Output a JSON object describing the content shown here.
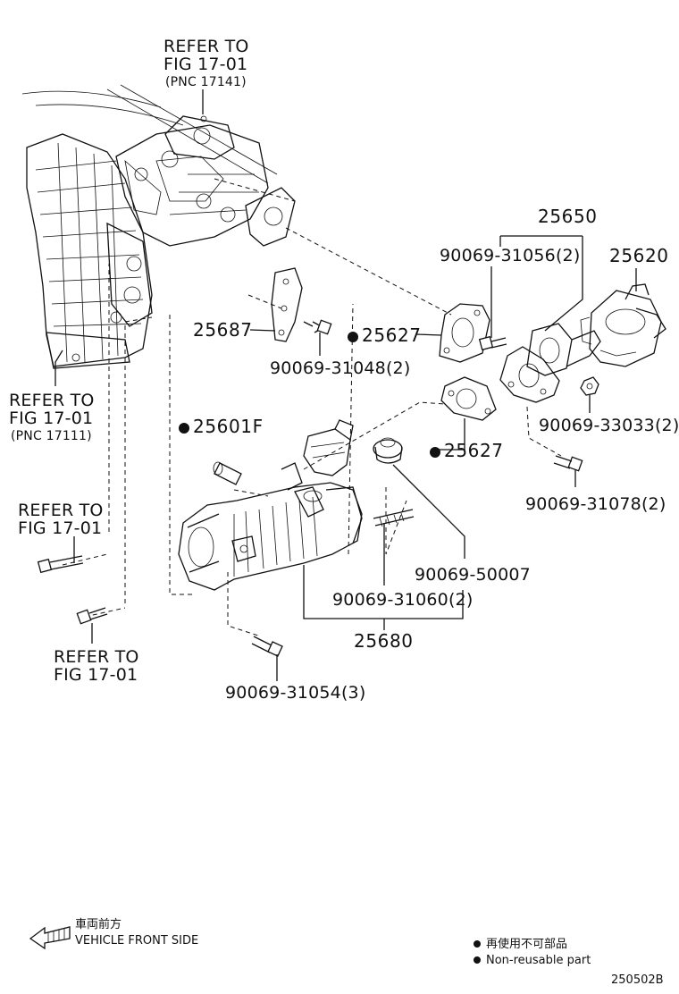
{
  "refs": {
    "top": {
      "line1": "REFER TO",
      "line2": "FIG 17-01",
      "pnc": "(PNC 17141)"
    },
    "left": {
      "line1": "REFER TO",
      "line2": "FIG 17-01",
      "pnc": "(PNC 17111)"
    },
    "mid_left": {
      "line1": "REFER TO",
      "line2": "FIG 17-01"
    },
    "bottom_left": {
      "line1": "REFER TO",
      "line2": "FIG 17-01"
    }
  },
  "parts": {
    "p25650": "25650",
    "p25620": "25620",
    "p90069_31056": "90069-31056(2)",
    "p25687": "25687",
    "p25627_upper": "25627",
    "p90069_31048": "90069-31048(2)",
    "p25601F": "25601F",
    "p25627_lower": "25627",
    "p90069_33033": "90069-33033(2)",
    "p90069_31078": "90069-31078(2)",
    "p90069_50007": "90069-50007",
    "p90069_31060": "90069-31060(2)",
    "p25680": "25680",
    "p90069_31054": "90069-31054(3)"
  },
  "direction": {
    "jp": "車両前方",
    "en": "VEHICLE FRONT SIDE"
  },
  "legend": {
    "jp": "再使用不可部品",
    "en": "Non-reusable part"
  },
  "figure_code": "250502B"
}
